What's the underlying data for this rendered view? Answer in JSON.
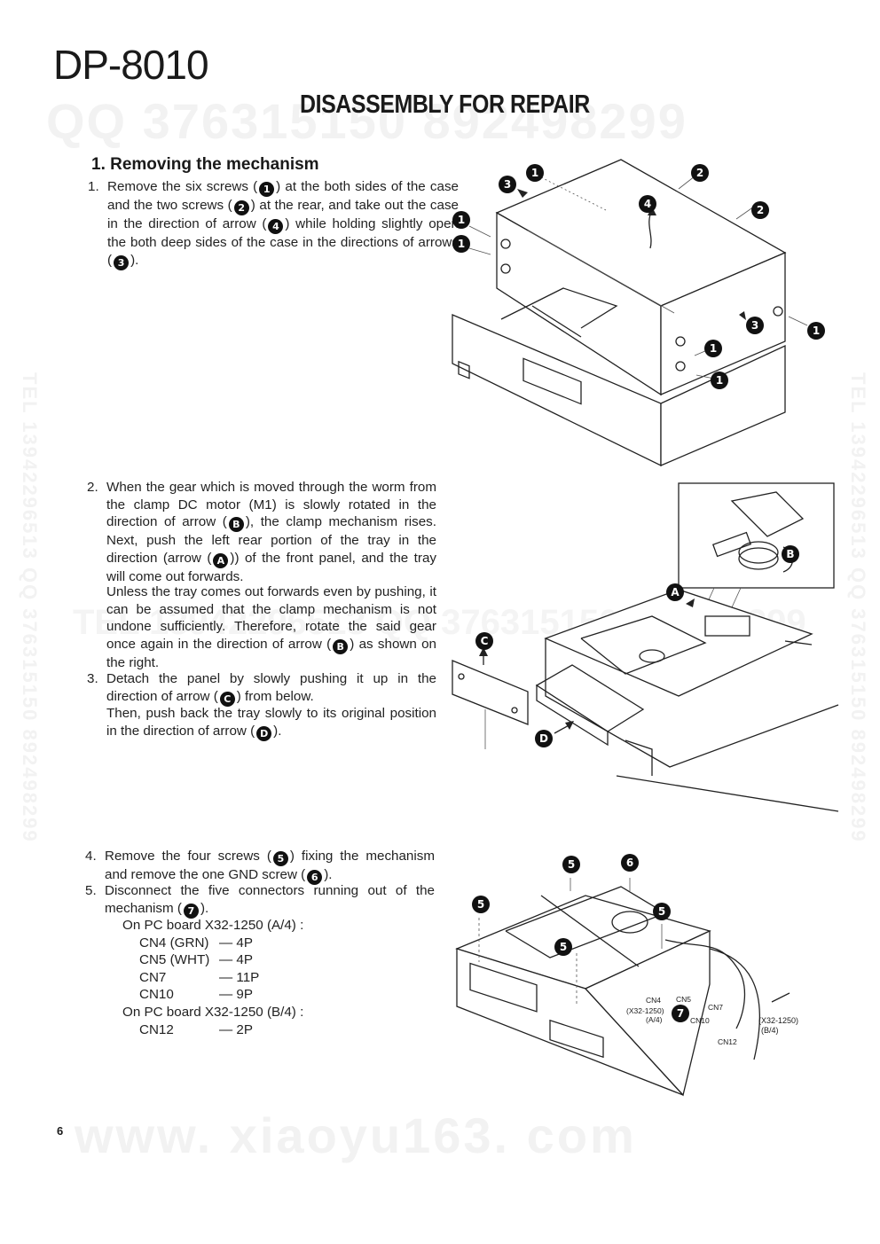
{
  "header": {
    "model": "DP-8010",
    "title": "DISASSEMBLY FOR REPAIR"
  },
  "watermarks": {
    "top": "QQ 376315150 892498299",
    "side": "TEL 13942296513 QQ 376315150 892498299",
    "middle": "TEL 13942296513 QQ 376315150 892498299",
    "bottom": "www. xiaoyu163. com"
  },
  "section": {
    "heading": "1. Removing the mechanism"
  },
  "steps": [
    {
      "num": "1.",
      "parts": [
        "Remove the six screws (",
        "1",
        ") at the both sides of the case and the two screws (",
        "2",
        ") at the rear, and take out the case in the direction of arrow (",
        "4",
        ") while holding slightly open the both deep sides of the case in the directions of arrows (",
        "3",
        ")."
      ]
    },
    {
      "num": "2.",
      "parts": [
        "When the gear which is moved through the worm from the clamp DC motor (M1) is slowly rotated in the direction of arrow (",
        "B",
        "), the clamp mechanism rises. Next, push the left rear portion of the tray in the direction (arrow (",
        "A",
        ")) of the front panel, and the tray will come out forwards."
      ]
    },
    {
      "num": "",
      "parts": [
        "Unless the tray comes out forwards even by pushing, it can be assumed that the clamp mechanism is not undone sufficiently. Therefore, rotate the said gear once again in the direction of arrow (",
        "B",
        ") as shown on the right."
      ]
    },
    {
      "num": "3.",
      "parts": [
        "Detach the panel by slowly pushing it up in the direction of arrow (",
        "C",
        ") from below."
      ]
    },
    {
      "num": "",
      "parts": [
        "Then, push back the tray slowly to its original position in the direction of arrow (",
        "D",
        ")."
      ]
    },
    {
      "num": "4.",
      "parts": [
        "Remove the four screws (",
        "5",
        ") fixing the mechanism and remove the one GND screw (",
        "6",
        ")."
      ]
    },
    {
      "num": "5.",
      "parts": [
        "Disconnect the five connectors running out of the mechanism (",
        "7",
        ")."
      ]
    }
  ],
  "connectors": {
    "board_a": "On PC board X32-1250 (A/4) :",
    "rows_a": [
      {
        "name": "CN4 (GRN)",
        "pins": "— 4P"
      },
      {
        "name": "CN5 (WHT)",
        "pins": "— 4P"
      },
      {
        "name": "CN7",
        "pins": "— 11P"
      },
      {
        "name": "CN10",
        "pins": "— 9P"
      }
    ],
    "board_b": "On PC board X32-1250 (B/4) :",
    "rows_b": [
      {
        "name": "CN12",
        "pins": "— 2P"
      }
    ]
  },
  "figure3_labels": {
    "cn4": "CN4",
    "cn5": "CN5",
    "cn7": "CN7",
    "cn10": "CN10",
    "cn12": "CN12",
    "board_a": "(X32-1250)",
    "board_a2": "(A/4)",
    "board_b": "(X32-1250)",
    "board_b2": "(B/4)"
  },
  "page_number": "6"
}
